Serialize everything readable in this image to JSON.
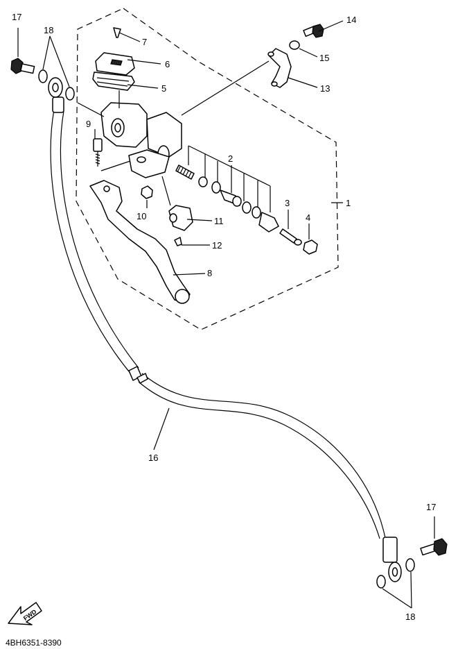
{
  "diagram": {
    "part_numbers": [
      "1",
      "2",
      "3",
      "4",
      "5",
      "6",
      "7",
      "8",
      "9",
      "10",
      "11",
      "12",
      "13",
      "14",
      "15",
      "16",
      "17",
      "18"
    ],
    "callouts": {
      "c1": "1",
      "c2": "2",
      "c3": "3",
      "c4": "4",
      "c5": "5",
      "c6": "6",
      "c7": "7",
      "c8": "8",
      "c9": "9",
      "c10": "10",
      "c11": "11",
      "c12": "12",
      "c13": "13",
      "c14": "14",
      "c15": "15",
      "c16": "16",
      "c17a": "17",
      "c17b": "17",
      "c18a": "18",
      "c18b": "18"
    },
    "fwd_label": "FWD",
    "diagram_code": "4BH6351-8390"
  }
}
